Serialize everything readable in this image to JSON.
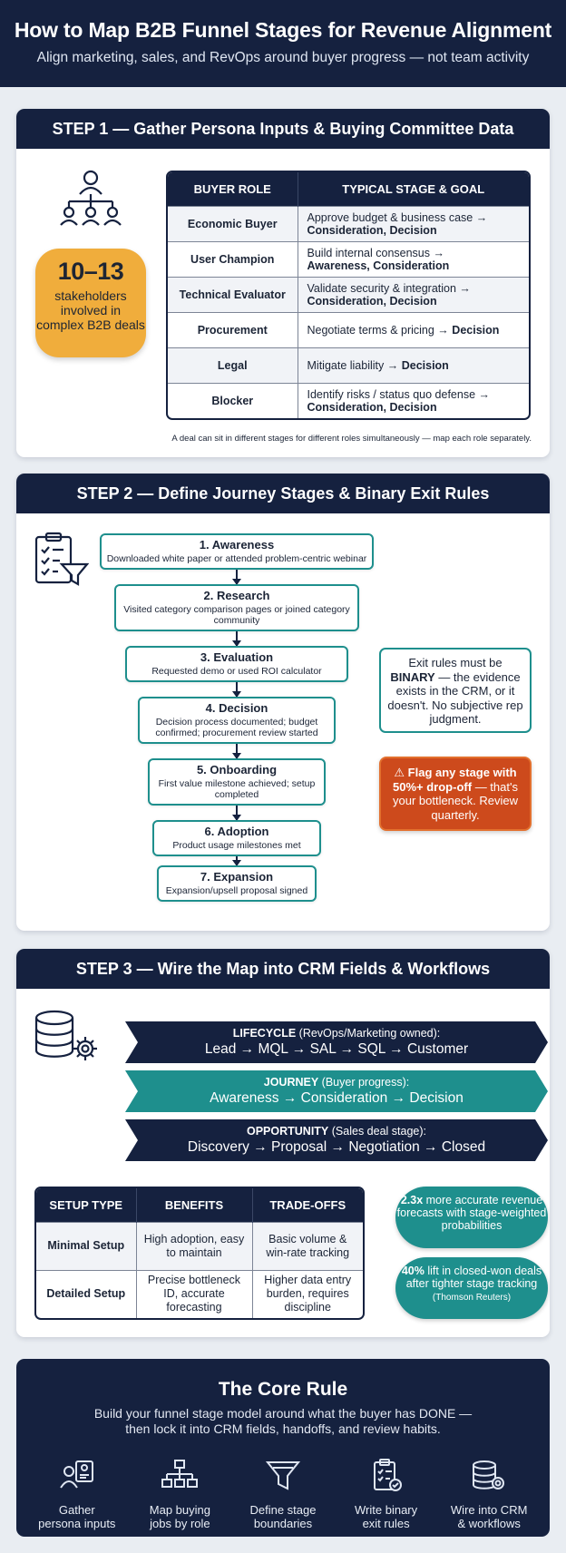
{
  "header": {
    "title": "How to Map B2B Funnel Stages for Revenue Alignment",
    "subtitle": "Align marketing, sales, and RevOps around buyer progress — not team activity"
  },
  "step1": {
    "title": "STEP 1 — Gather Persona Inputs & Buying Committee Data",
    "stat_big": "10–13",
    "stat_small": "stakeholders involved in complex B2B deals",
    "table_headers": [
      "BUYER ROLE",
      "TYPICAL STAGE & GOAL"
    ],
    "rows": [
      {
        "role": "Economic Buyer",
        "goal": "Approve budget & business case →",
        "stage": "Consideration, Decision"
      },
      {
        "role": "User Champion",
        "goal": "Build internal consensus →",
        "stage": "Awareness, Consideration"
      },
      {
        "role": "Technical Evaluator",
        "goal": "Validate security & integration →",
        "stage": "Consideration, Decision"
      },
      {
        "role": "Procurement",
        "goal": "Negotiate terms & pricing →",
        "stage": "Decision"
      },
      {
        "role": "Legal",
        "goal": "Mitigate liability →",
        "stage": "Decision"
      },
      {
        "role": "Blocker",
        "goal": "Identify risks / status quo defense →",
        "stage": "Consideration, Decision"
      }
    ],
    "note": "A deal can sit in different stages for different roles simultaneously — map each role separately."
  },
  "step2": {
    "title": "STEP 2 — Define Journey Stages & Binary Exit Rules",
    "stages": [
      {
        "title": "1. Awareness",
        "desc": "Downloaded white paper or attended problem-centric webinar"
      },
      {
        "title": "2. Research",
        "desc": "Visited category comparison pages or joined category community"
      },
      {
        "title": "3. Evaluation",
        "desc": "Requested demo or used ROI calculator"
      },
      {
        "title": "4. Decision",
        "desc": "Decision process documented; budget confirmed; procurement review started"
      },
      {
        "title": "5. Onboarding",
        "desc": "First value milestone achieved; setup completed"
      },
      {
        "title": "6. Adoption",
        "desc": "Product usage milestones met"
      },
      {
        "title": "7. Expansion",
        "desc": "Expansion/upsell proposal signed"
      }
    ],
    "exit_pre": "Exit rules must be",
    "exit_bold": "BINARY",
    "exit_post": "— the evidence exists in the CRM, or it doesn't. No subjective rep judgment.",
    "flag_icon": "⚠",
    "flag_bold": "Flag any stage with 50%+ drop-off",
    "flag_post": "— that's your bottleneck. Review quarterly."
  },
  "step3": {
    "title": "STEP 3 — Wire the Map into CRM Fields & Workflows",
    "banners": [
      {
        "label": "LIFECYCLE",
        "owner": "(RevOps/Marketing owned):",
        "flow": "Lead → MQL → SAL → SQL → Customer",
        "color": "#15213f"
      },
      {
        "label": "JOURNEY",
        "owner": "(Buyer progress):",
        "flow": "Awareness → Consideration → Decision",
        "color": "#1e8f8d"
      },
      {
        "label": "OPPORTUNITY",
        "owner": "(Sales deal stage):",
        "flow": "Discovery → Proposal → Negotiation → Closed",
        "color": "#15213f"
      }
    ],
    "setup_headers": [
      "SETUP TYPE",
      "BENEFITS",
      "TRADE-OFFS"
    ],
    "setup_rows": [
      {
        "type": "Minimal Setup",
        "benefits": "High adoption, easy to maintain",
        "tradeoffs": "Basic volume & win-rate tracking"
      },
      {
        "type": "Detailed Setup",
        "benefits": "Precise bottleneck ID, accurate forecasting",
        "tradeoffs": "Higher data entry burden, requires discipline"
      }
    ],
    "stat1_bold": "2.3x",
    "stat1_text": "more accurate revenue forecasts with stage-weighted probabilities",
    "stat2_bold": "40%",
    "stat2_text": "lift in closed-won deals after tighter stage tracking",
    "stat2_source": "(Thomson Reuters)"
  },
  "core": {
    "title": "The Core Rule",
    "text1": "Build your funnel stage model around what the buyer has DONE —",
    "text2": "then lock it into CRM fields, handoffs, and review habits.",
    "steps": [
      {
        "label1": "Gather",
        "label2": "persona inputs",
        "icon": "persona-icon"
      },
      {
        "label1": "Map buying",
        "label2": "jobs by role",
        "icon": "org-chart-icon"
      },
      {
        "label1": "Define stage",
        "label2": "boundaries",
        "icon": "funnel-icon"
      },
      {
        "label1": "Write binary",
        "label2": "exit rules",
        "icon": "checklist-icon"
      },
      {
        "label1": "Wire into CRM",
        "label2": "& workflows",
        "icon": "database-gear-icon"
      }
    ]
  }
}
